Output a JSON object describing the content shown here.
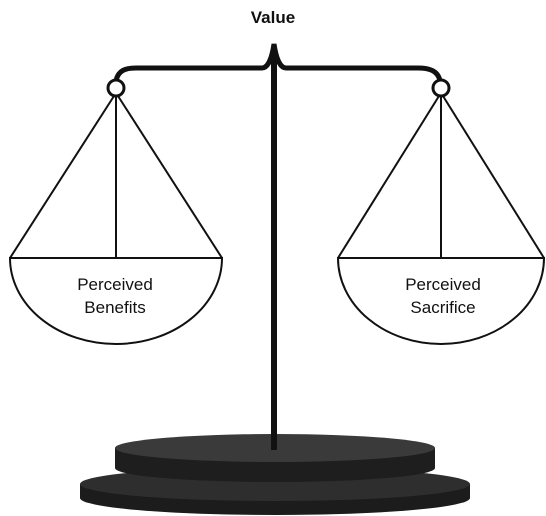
{
  "diagram": {
    "title": "Value",
    "left_pan": {
      "line1": "Perceived",
      "line2": "Benefits"
    },
    "right_pan": {
      "line1": "Perceived",
      "line2": "Sacrifice"
    },
    "colors": {
      "stroke": "#111111",
      "pan_fill": "#ffffff",
      "base_top": "#3a3a3a",
      "base_side": "#1c1c1c"
    }
  }
}
